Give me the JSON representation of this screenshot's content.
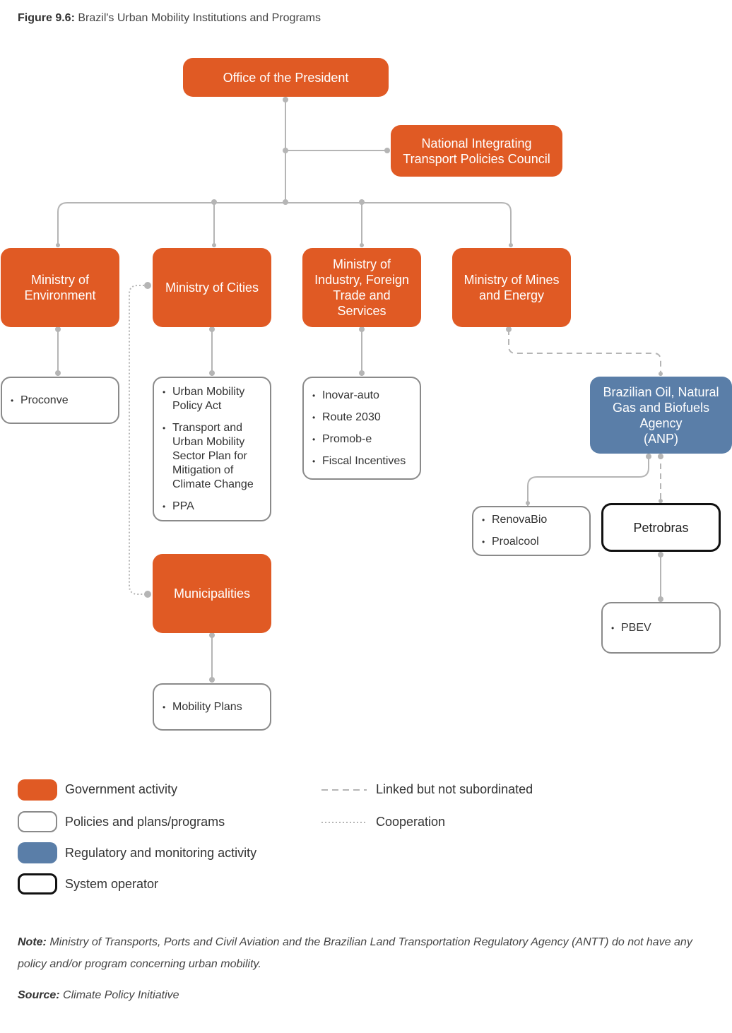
{
  "figure": {
    "label": "Figure 9.6:",
    "title": "Brazil's Urban Mobility Institutions and Programs"
  },
  "nodes": {
    "president": "Office of the President",
    "council": "National Integrating\nTransport Policies Council",
    "environment": "Ministry of\nEnvironment",
    "cities": "Ministry of Cities",
    "industry": "Ministry of\nIndustry, Foreign\nTrade and\nServices",
    "mines": "Ministry of Mines\nand Energy",
    "anp": "Brazilian Oil, Natural\nGas and Biofuels\nAgency\n(ANP)",
    "municipalities": "Municipalities",
    "petrobras": "Petrobras"
  },
  "programs": {
    "environment": [
      "Proconve"
    ],
    "cities": [
      "Urban Mobility\nPolicy Act",
      "Transport and\nUrban Mobility\nSector Plan for\nMitigation of\nClimate Change",
      "PPA"
    ],
    "industry": [
      "Inovar-auto",
      "Route 2030",
      "Promob-e",
      "Fiscal Incentives"
    ],
    "anp": [
      "RenovaBio",
      "Proalcool"
    ],
    "petrobras": [
      "PBEV"
    ],
    "municipalities": [
      "Mobility Plans"
    ]
  },
  "legend": {
    "government": "Government activity",
    "policies": "Policies and plans/programs",
    "regulatory": "Regulatory and monitoring activity",
    "operator": "System operator",
    "linked": "Linked but not subordinated",
    "cooperation": "Cooperation"
  },
  "colors": {
    "government": "#e05a24",
    "regulatory": "#5a7ea8",
    "connector": "#b5b5b5"
  },
  "note": {
    "label": "Note:",
    "text": "Ministry of Transports, Ports and Civil Aviation and the Brazilian Land Transportation Regulatory Agency (ANTT) do not have any policy and/or program concerning urban mobility."
  },
  "source": {
    "label": "Source:",
    "text": "Climate Policy Initiative"
  }
}
